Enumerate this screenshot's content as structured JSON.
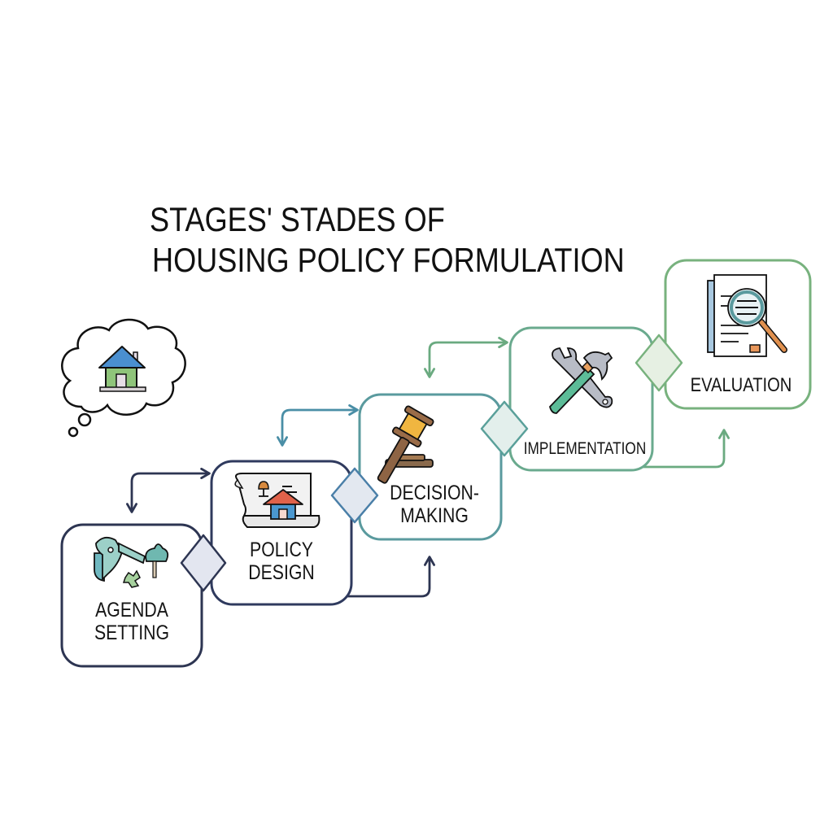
{
  "title": {
    "line1": "STAGES' STADES OF",
    "line2": "HOUSING POLICY FORMULATION"
  },
  "thought_bubble": {
    "icon": "house-icon",
    "colors": {
      "roof": "#4a8fd0",
      "walls": "#8fc47a",
      "door": "#e6dde6",
      "base": "#d9d3d6"
    }
  },
  "stages": [
    {
      "id": "agenda-setting",
      "label_line1": "AGENDA",
      "label_line2": "SETTING",
      "icon": "pushpin-map-icon",
      "border_color": "#2d3552"
    },
    {
      "id": "policy-design",
      "label_line1": "POLICY",
      "label_line2": "DESIGN",
      "icon": "blueprint-scroll-house-icon",
      "border_color": "#2f3a5e"
    },
    {
      "id": "decision-making",
      "label_line1": "DECISION-",
      "label_line2": "MAKING",
      "icon": "gavel-icon",
      "border_color": "#5a9a9e"
    },
    {
      "id": "implementation",
      "label_line1": "IMPLEMENTATION",
      "label_line2": "",
      "icon": "wrench-hammer-icon",
      "border_color": "#6aaa8e"
    },
    {
      "id": "evaluation",
      "label_line1": "EVALUATION",
      "label_line2": "",
      "icon": "document-magnifier-icon",
      "border_color": "#78b27e"
    }
  ],
  "connectors": [
    {
      "from": "agenda-setting",
      "to": "policy-design",
      "type": "feedback-arrow",
      "color": "#2d3552"
    },
    {
      "from": "policy-design",
      "to": "decision-making",
      "type": "feedback-arrow",
      "color": "#4a8ea6"
    },
    {
      "from": "decision-making",
      "to": "implementation",
      "type": "feedback-arrow",
      "color": "#6aaa80"
    },
    {
      "from": "policy-design",
      "to": "decision-making",
      "type": "forward-arrow",
      "color": "#2d3552"
    },
    {
      "from": "implementation",
      "to": "evaluation",
      "type": "forward-arrow",
      "color": "#6aaa80"
    }
  ],
  "diamonds": [
    {
      "between": "agenda-setting/policy-design",
      "fill": "#e3e6f0",
      "stroke": "#2d3552"
    },
    {
      "between": "policy-design/decision-making",
      "fill": "#e3e8f0",
      "stroke": "#4a7fa8"
    },
    {
      "between": "decision-making/implementation",
      "fill": "#e3efec",
      "stroke": "#5aa09a"
    },
    {
      "between": "implementation/evaluation",
      "fill": "#e6f0e3",
      "stroke": "#78b27e"
    }
  ]
}
